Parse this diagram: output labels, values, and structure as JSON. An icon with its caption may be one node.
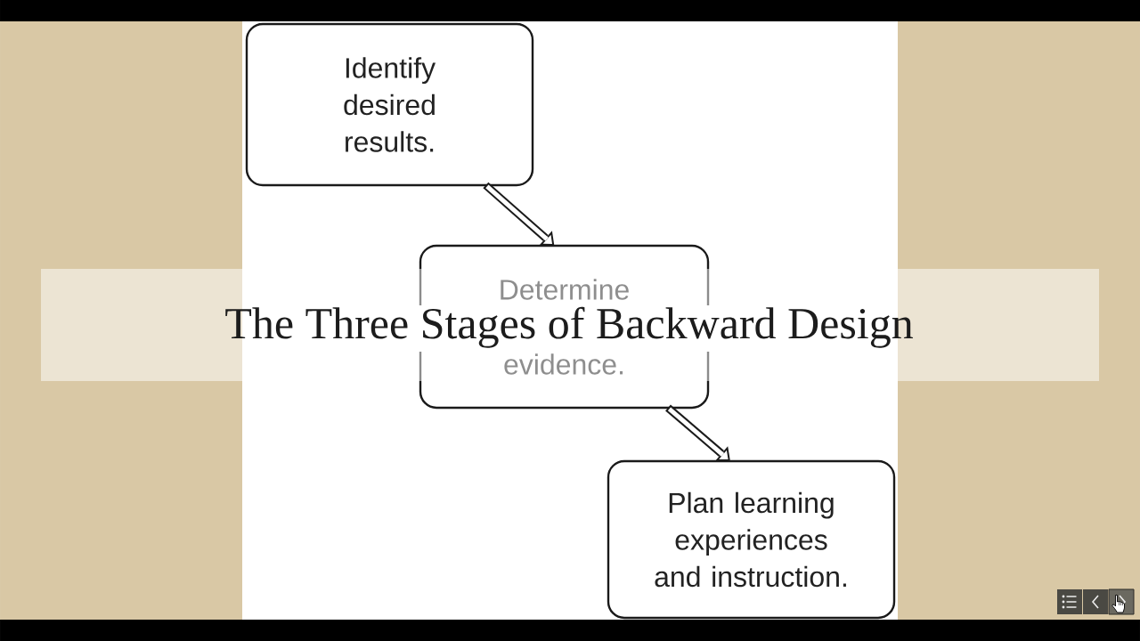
{
  "diagram": {
    "title": "The Three Stages of Backward Design",
    "nodes": [
      {
        "text": [
          "Identify desired results."
        ]
      },
      {
        "text": [
          "Determine evidence."
        ]
      },
      {
        "text": [
          "Plan learning experiences and instruction."
        ]
      }
    ],
    "edges": [
      {
        "from": 0,
        "to": 1,
        "arrow": "to"
      },
      {
        "from": 1,
        "to": 2,
        "arrow": "to"
      }
    ]
  }
}
